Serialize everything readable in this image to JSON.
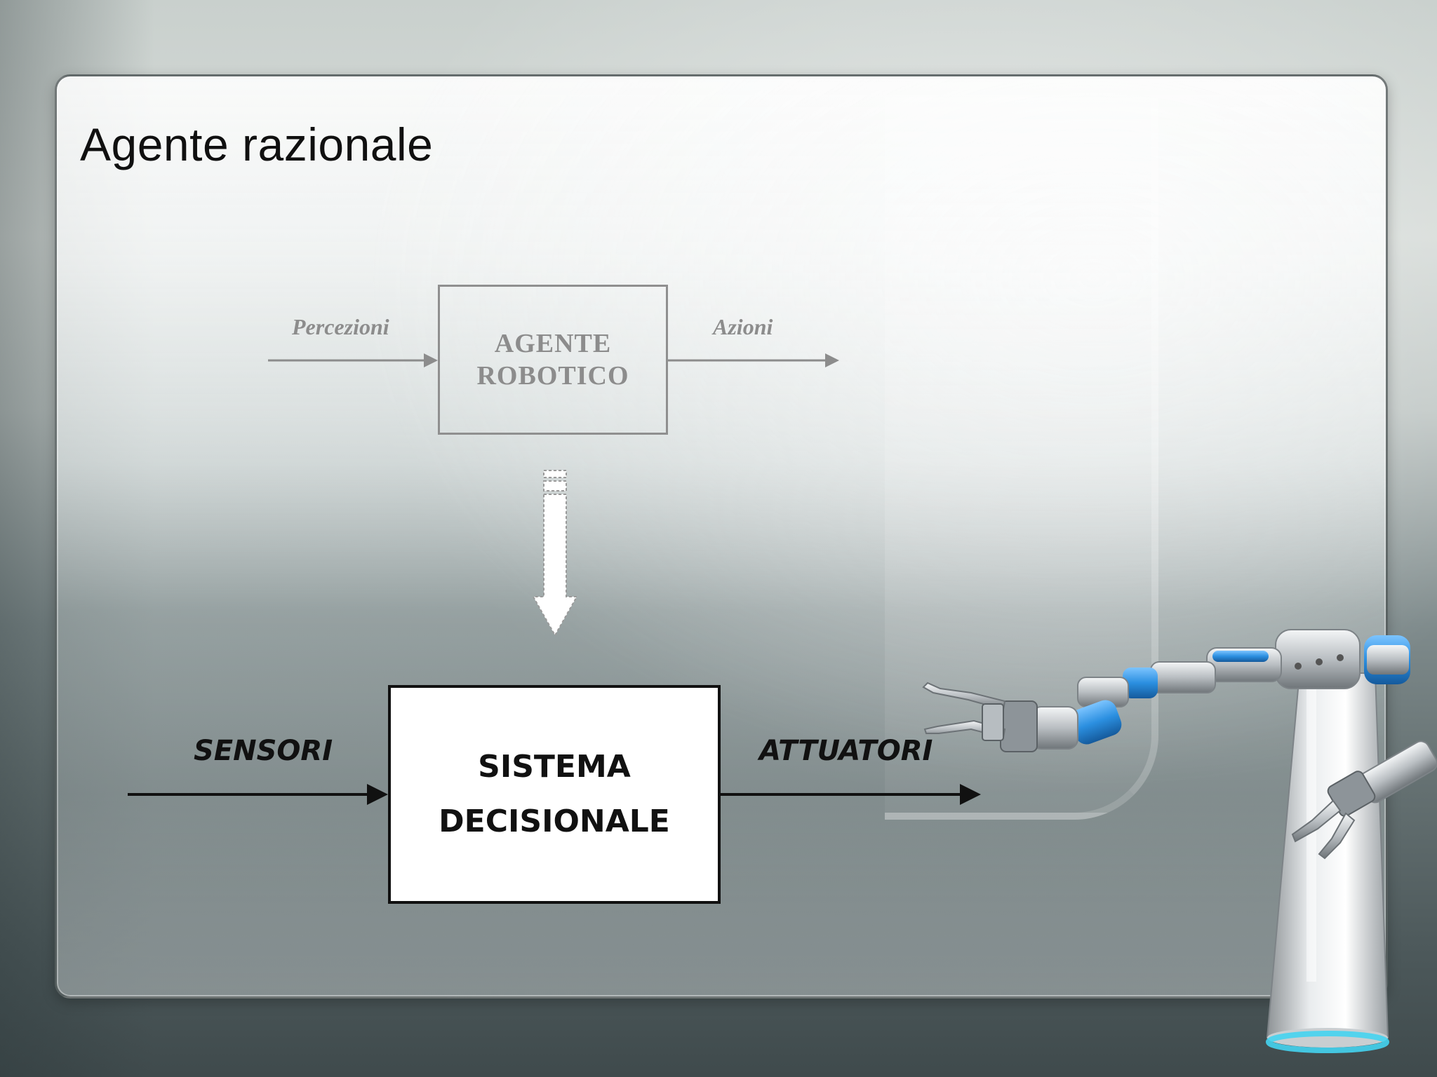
{
  "slide": {
    "title": "Agente razionale"
  },
  "upper_diagram": {
    "input_label": "Percezioni",
    "box_line1": "AGENTE",
    "box_line2": "ROBOTICO",
    "output_label": "Azioni"
  },
  "lower_diagram": {
    "input_label": "SENSORI",
    "box_line1": "SISTEMA",
    "box_line2": "DECISIONALE",
    "output_label": "ATTUATORI"
  },
  "colors": {
    "upper_diagram": "#8c8c8c",
    "lower_diagram": "#111111",
    "robot_accent": "#2b8fe0",
    "robot_base_glow": "#45d4ef"
  },
  "images": {
    "robot_arm": "robot-arm-illustration"
  }
}
